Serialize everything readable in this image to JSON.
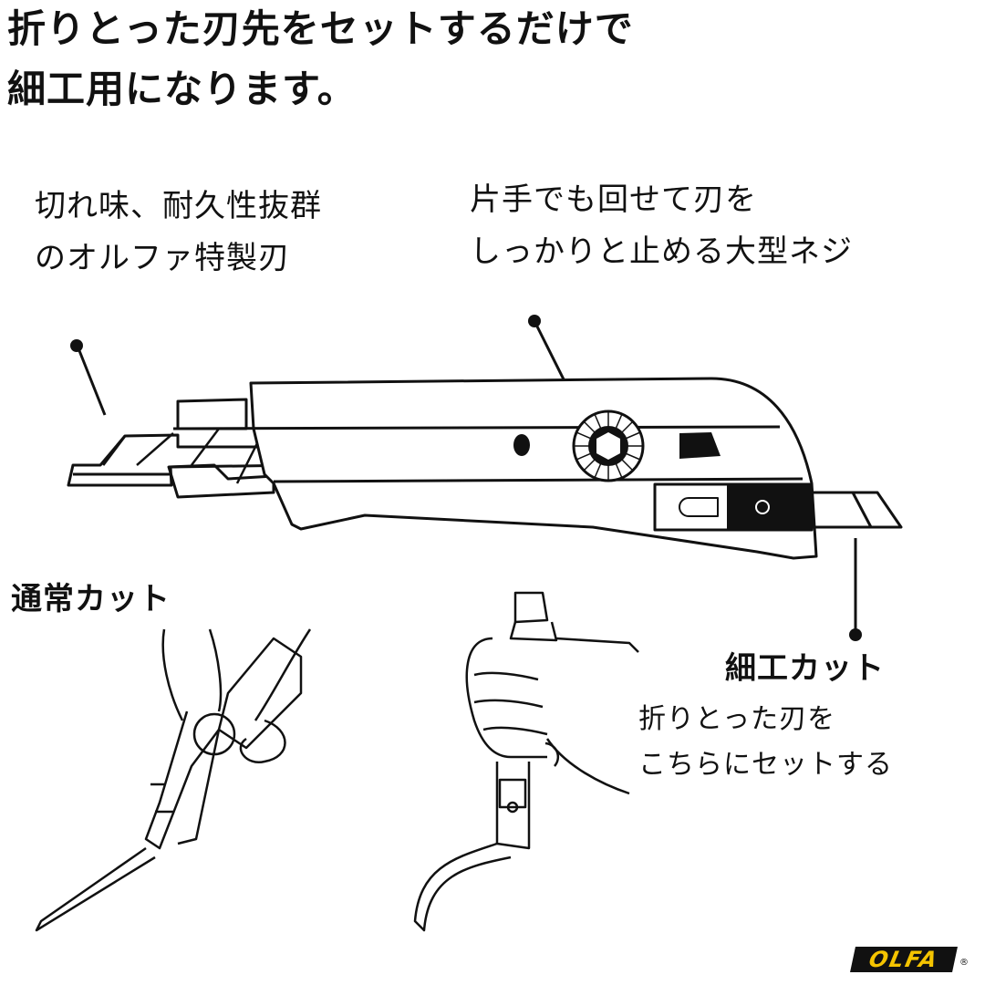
{
  "headline": {
    "line1": "折りとった刃先をセットするだけで",
    "line2": "細工用になります。"
  },
  "callouts": {
    "blade": {
      "line1": "切れ味、耐久性抜群",
      "line2": "のオルファ特製刃"
    },
    "screw": {
      "line1": "片手でも回せて刃を",
      "line2": "しっかりと止める大型ネジ"
    },
    "normal_cut": "通常カット",
    "detail_cut": {
      "title": "細工カット",
      "line1": "折りとった刃を",
      "line2": "こちらにセットする"
    }
  },
  "brand": {
    "logo": "OLFA",
    "mark": "®",
    "logo_color": "#f5c400"
  }
}
